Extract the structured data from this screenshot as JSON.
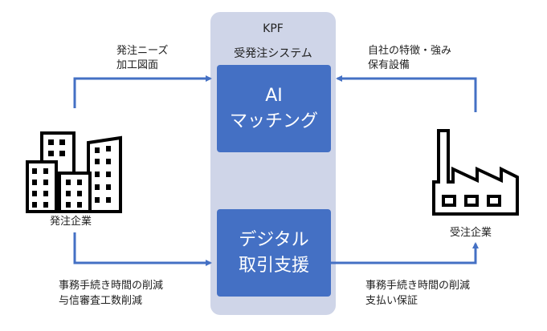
{
  "platform": {
    "name": "KPF",
    "system": "受発注システム",
    "box1": {
      "line1": "AI",
      "line2": "マッチング"
    },
    "box2": {
      "line1": "デジタル",
      "line2": "取引支援"
    }
  },
  "orderer": {
    "label": "発注企業"
  },
  "contractor": {
    "label": "受注企業"
  },
  "flows": {
    "orderer_to_ai": {
      "line1": "発注ニーズ",
      "line2": "加工図面"
    },
    "contractor_to_ai": {
      "line1": "自社の特徴・強み",
      "line2": "保有設備"
    },
    "orderer_benefit": {
      "line1": "事務手続き時間の削減",
      "line2": "与信審査工数削減"
    },
    "contractor_benefit": {
      "line1": "事務手続き時間の削減",
      "line2": "支払い保証"
    }
  },
  "colors": {
    "accent": "#4470c4",
    "panel": "#cfd5e8"
  }
}
